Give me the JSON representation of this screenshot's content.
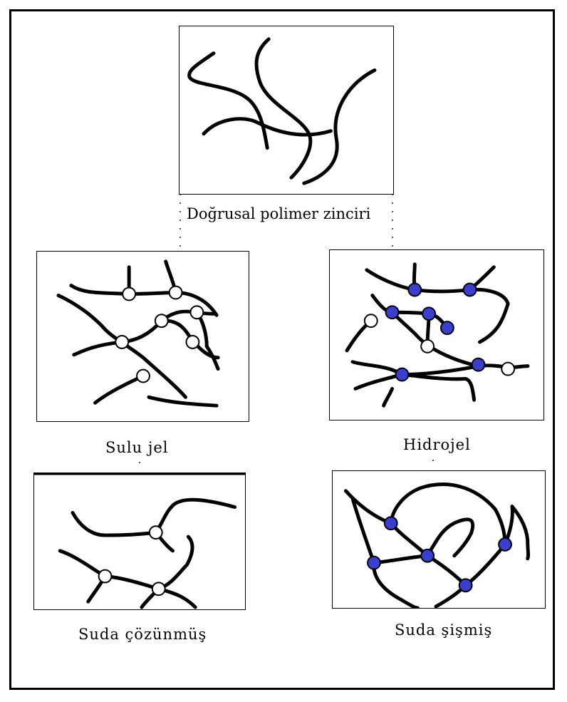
{
  "labels": {
    "linear": "Doğrusal polimer zinciri",
    "aqueous_gel": "Sulu jel",
    "hydrogel": "Hidrojel",
    "water_soluble": "Suda çözünmüş",
    "water_swollen": "Suda şişmiş"
  },
  "colors": {
    "crosslink_open": "#ffffff",
    "crosslink_filled": "#3a3fd0",
    "stroke": "#000000"
  }
}
